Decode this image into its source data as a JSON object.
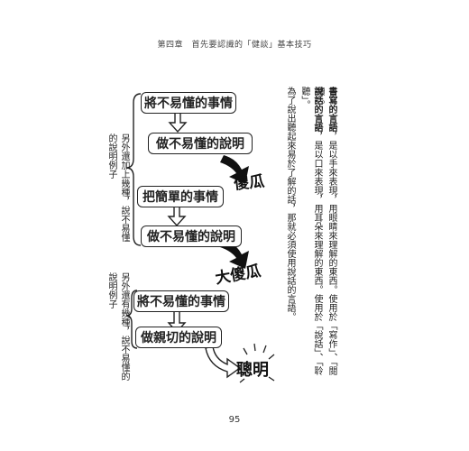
{
  "header": "第四章　首先要認識的「健談」基本技巧",
  "page_number": "95",
  "flow1": {
    "box_top": "將不易懂的事情",
    "box_bottom": "做不易懂的說明",
    "result": "傻瓜"
  },
  "flow2": {
    "box_top": "把簡單的事情",
    "box_bottom": "做不易懂的說明",
    "result": "大傻瓜"
  },
  "flow3": {
    "box_top": "將不易懂的事情",
    "box_bottom": "做親切的說明",
    "result": "聰明"
  },
  "side_note_upper": "另外還加上幾種，說不易懂的說明例子",
  "side_note_lower": "另外還有幾種，說不易懂的說明例子",
  "body_text": {
    "col1_bold": "書寫的言語",
    "col1": "，是以手來表現，用眼睛來理解的東西。使用於「寫作」、「閱讀」。",
    "col2_bold": "說話的言語",
    "col2": "，是以口來表現，用耳朵來理解的東西。使用於「說話」、「聆聽」。",
    "col3": "為了說出聽起來易於了解的話，那就必須使用說話的言語。"
  }
}
